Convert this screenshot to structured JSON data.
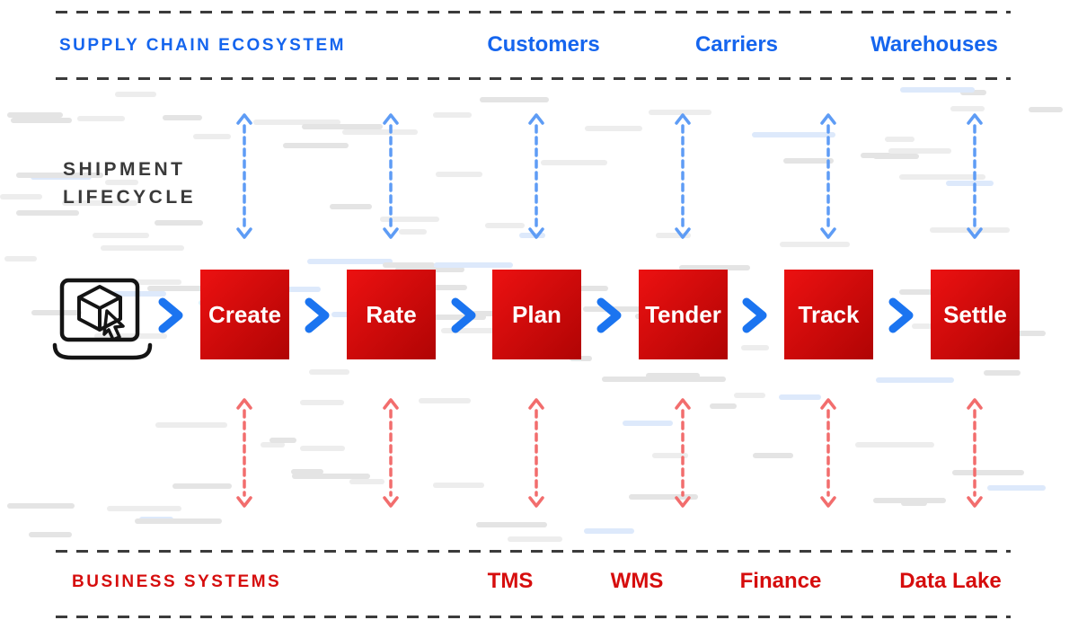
{
  "ecosystem": {
    "title": "SUPPLY CHAIN ECOSYSTEM",
    "items": [
      {
        "label": "Customers"
      },
      {
        "label": "Carriers"
      },
      {
        "label": "Warehouses"
      }
    ]
  },
  "lifecycle": {
    "label_line1": "SHIPMENT",
    "label_line2": "LIFECYCLE",
    "stages": [
      "Create",
      "Rate",
      "Plan",
      "Tender",
      "Track",
      "Settle"
    ]
  },
  "business": {
    "title": "BUSINESS SYSTEMS",
    "items": [
      {
        "label": "TMS"
      },
      {
        "label": "WMS"
      },
      {
        "label": "Finance"
      },
      {
        "label": "Data Lake"
      }
    ]
  },
  "icons": {
    "start": "laptop-order-icon",
    "flow": "flow-chevron-icon",
    "ecosystem_link": "ecosystem-link-arrow-icon",
    "business_link": "business-link-arrow-icon"
  },
  "colors": {
    "ecosystem_blue": "#1565ee",
    "link_arrow_blue": "#5e9cf5",
    "chevron_blue": "#1b74f0",
    "business_red": "#d60d0d",
    "link_arrow_red": "#f26d6d",
    "stage_gradient_start": "#ec1111",
    "stage_gradient_end": "#b00404",
    "lifecycle_text": "#3a3a3a",
    "divider_gray": "#3b3b3b"
  }
}
